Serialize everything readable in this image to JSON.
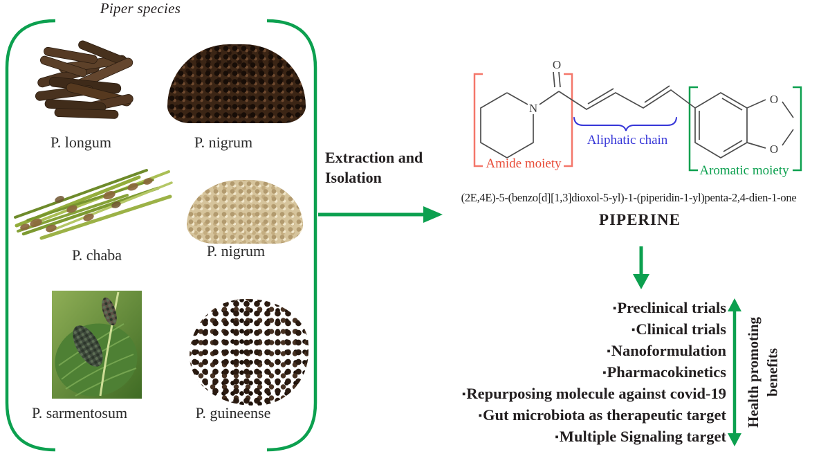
{
  "panel": {
    "title": "Piper species",
    "species": [
      {
        "label": "P. longum"
      },
      {
        "label": "P. nigrum"
      },
      {
        "label": "P. chaba"
      },
      {
        "label": "P. nigrum"
      },
      {
        "label": "P. sarmentosum"
      },
      {
        "label": "P. guineense"
      }
    ]
  },
  "process": {
    "label": "Extraction and Isolation"
  },
  "structure": {
    "atoms": {
      "n": "N",
      "o": "O"
    },
    "amide_label": "Amide moiety",
    "aliphatic_label": "Aliphatic chain",
    "aromatic_label": "Aromatic moiety",
    "iupac_name": "(2E,4E)-5-(benzo[d][1,3]dioxol-5-yl)-1-(piperidin-1-yl)penta-2,4-dien-1-one",
    "compound_name": "PIPERINE"
  },
  "benefits": {
    "bullet": "▪",
    "items": [
      "Preclinical trials",
      "Clinical trials",
      "Nanoformulation",
      "Pharmacokinetics",
      "Repurposing molecule against covid-19",
      "Gut microbiota as therapeutic target",
      "Multiple Signaling target"
    ],
    "axis_label": "Health promoting benefits"
  },
  "colors": {
    "green": "#0CA04F",
    "red_bracket": "#F4776A",
    "red_text": "#E84C38",
    "blue": "#3636D8",
    "bond": "#4d4d4d"
  }
}
